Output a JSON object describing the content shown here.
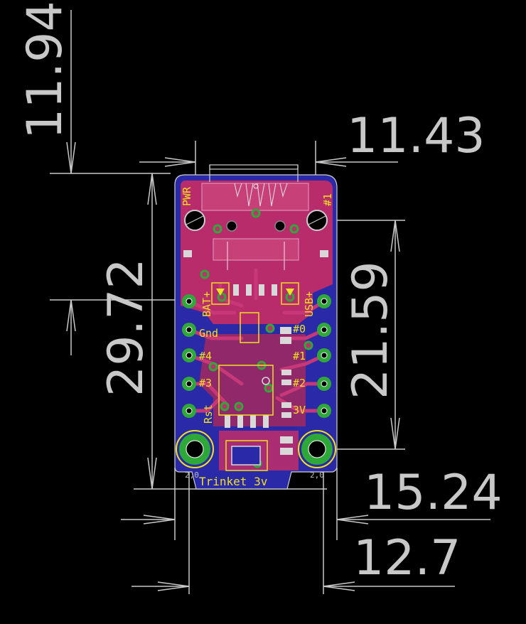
{
  "dimensions": {
    "top_offset": "11.94",
    "width_top": "11.43",
    "height_left": "29.72",
    "height_right": "21.59",
    "width_outer": "15.24",
    "width_inner": "12.7"
  },
  "silkscreen": {
    "pwr": "PWR",
    "hash1_top": "#1",
    "bat": "BAT+",
    "usb": "USB+",
    "gnd": "Gnd",
    "hash0": "#0",
    "hash4": "#4",
    "hash1": "#1",
    "hash3": "#3",
    "hash2": "#2",
    "rst": "Rst",
    "v3": "3V",
    "board_name": "Trinket 3v",
    "hole_left": "2,0",
    "hole_right": "2,0"
  },
  "colors": {
    "background": "#000000",
    "dimension": "#c8c8c8",
    "board_bottom": "#2a2aa8",
    "board_top": "#b82c6c",
    "silkscreen": "#f0e020",
    "via": "#2fa83a",
    "pad": "#d8d8d8"
  }
}
